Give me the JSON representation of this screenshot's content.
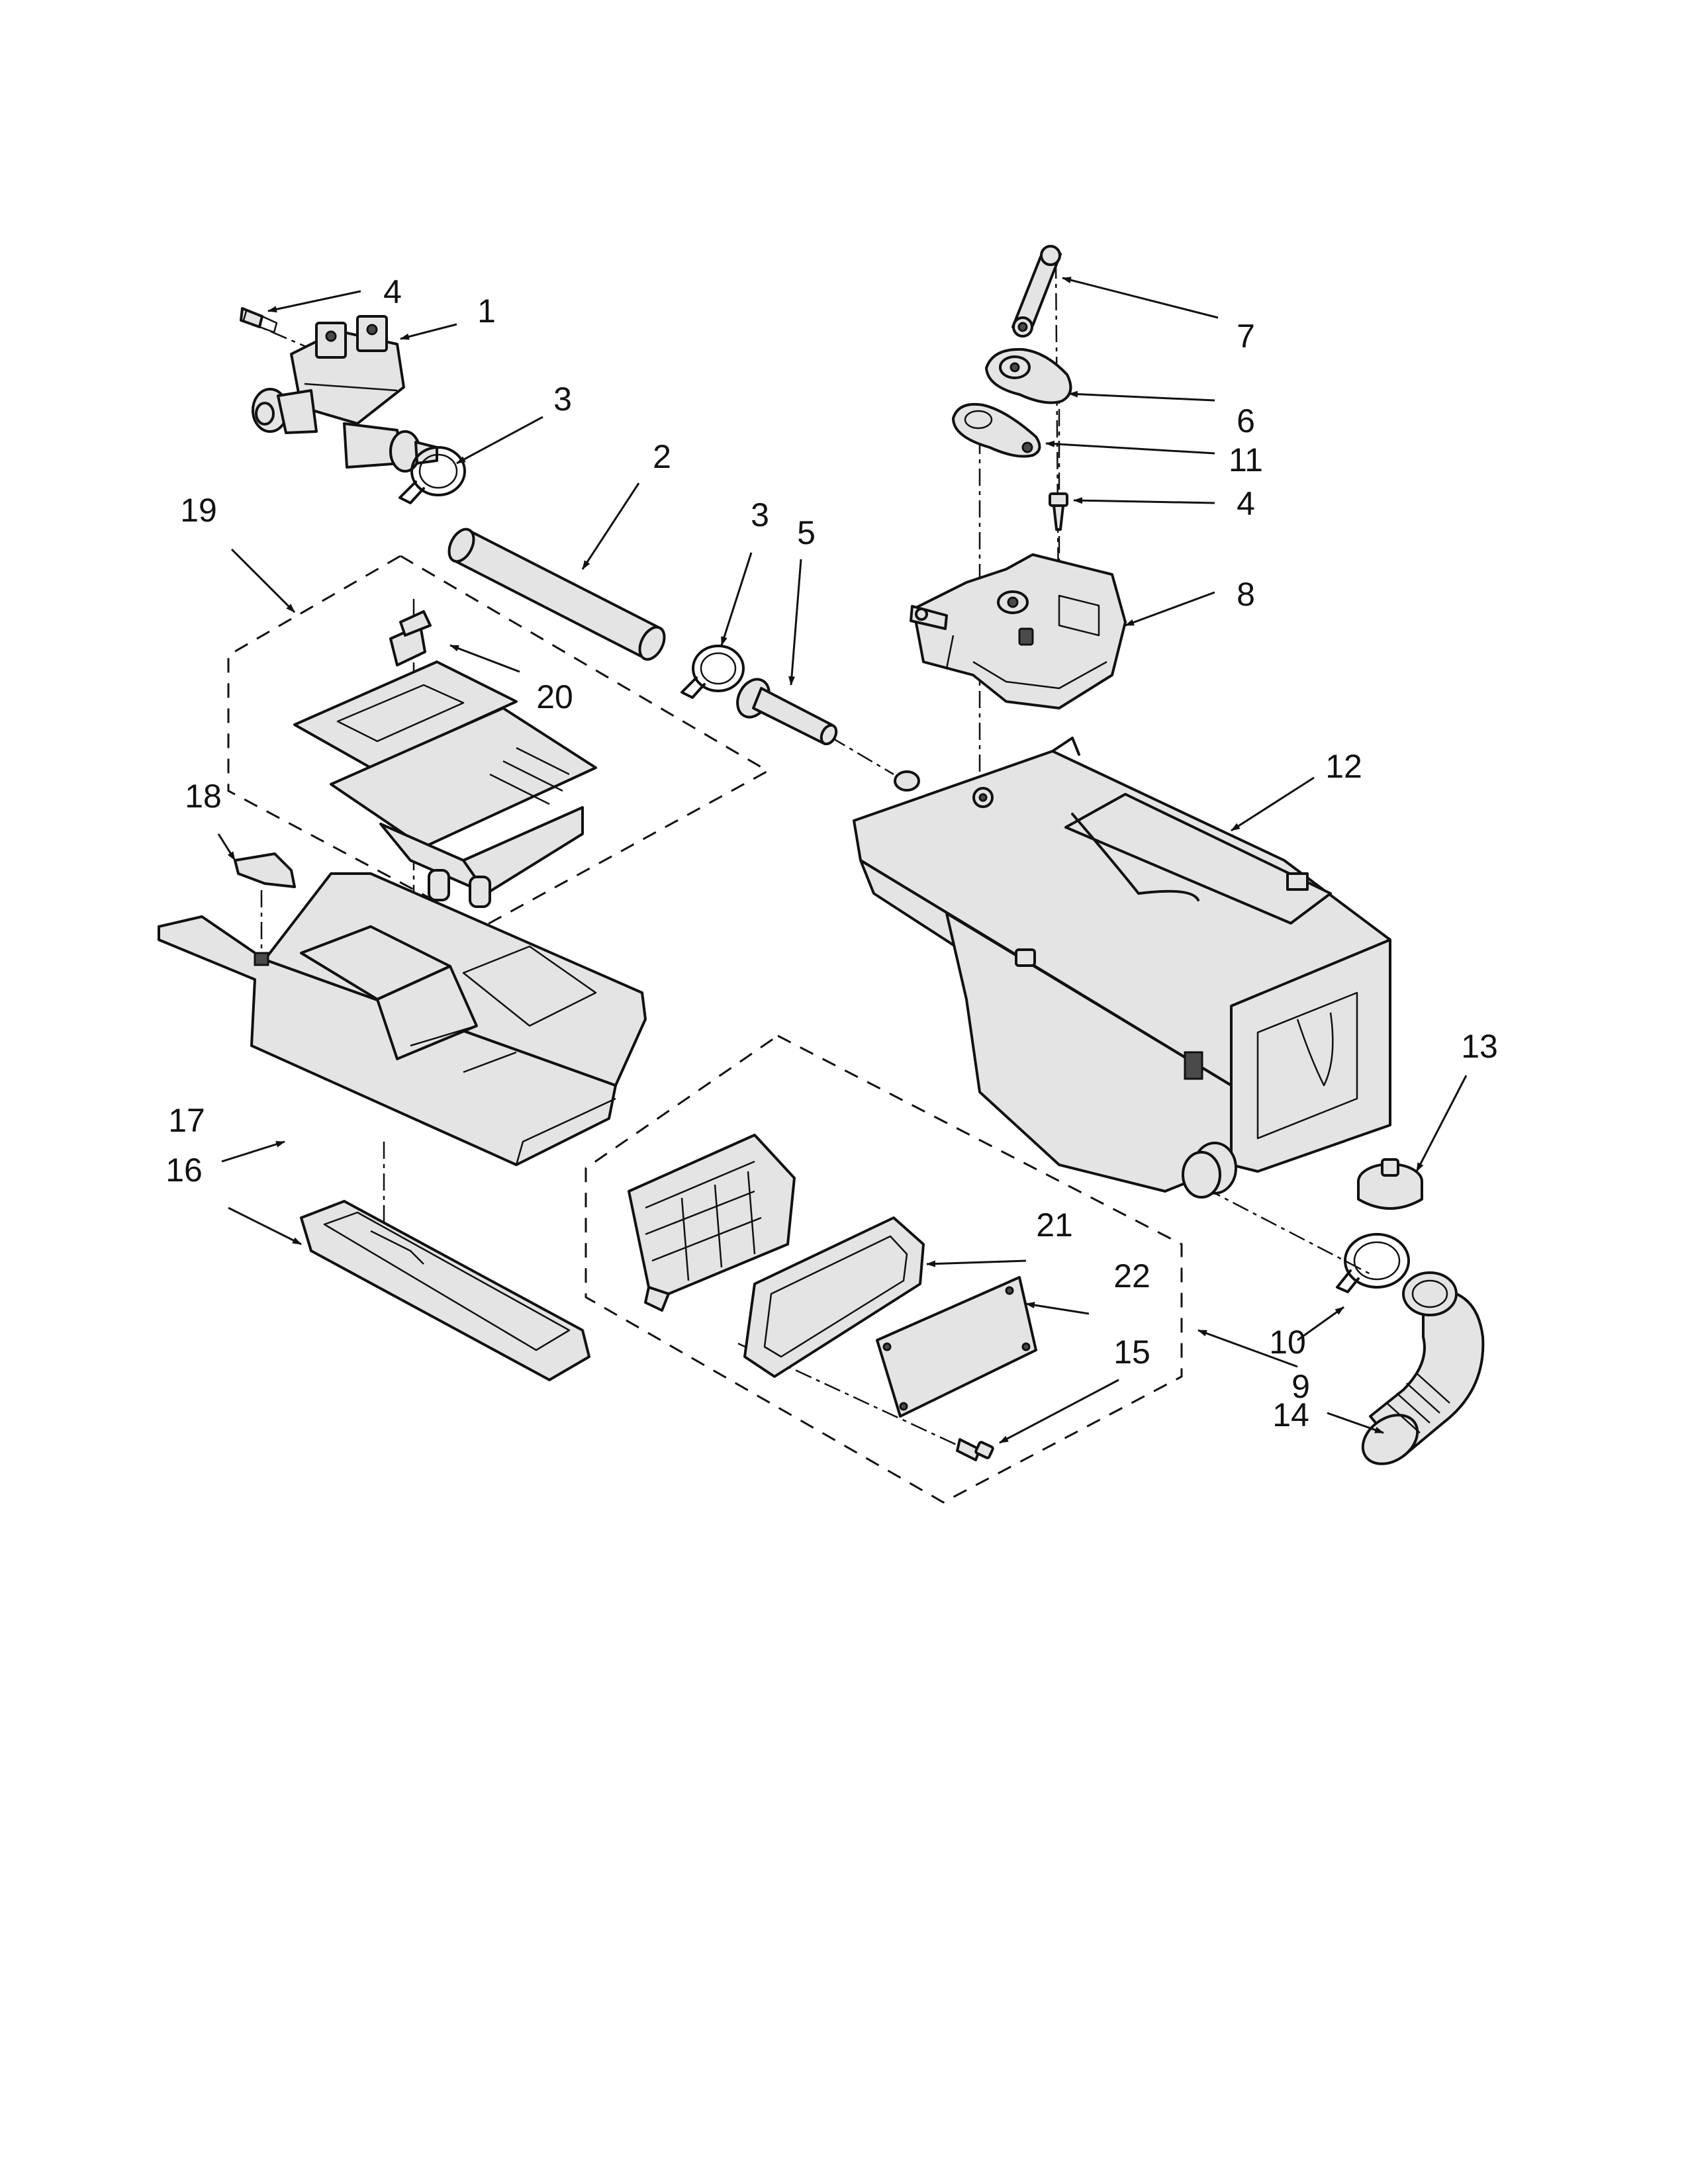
{
  "callouts": [
    {
      "label": "1"
    },
    {
      "label": "2"
    },
    {
      "label": "3"
    },
    {
      "label": "3"
    },
    {
      "label": "4"
    },
    {
      "label": "4"
    },
    {
      "label": "5"
    },
    {
      "label": "6"
    },
    {
      "label": "7"
    },
    {
      "label": "8"
    },
    {
      "label": "9"
    },
    {
      "label": "10"
    },
    {
      "label": "11"
    },
    {
      "label": "12"
    },
    {
      "label": "13"
    },
    {
      "label": "14"
    },
    {
      "label": "15"
    },
    {
      "label": "16"
    },
    {
      "label": "17"
    },
    {
      "label": "18"
    },
    {
      "label": "19"
    },
    {
      "label": "20"
    },
    {
      "label": "21"
    },
    {
      "label": "22"
    }
  ]
}
